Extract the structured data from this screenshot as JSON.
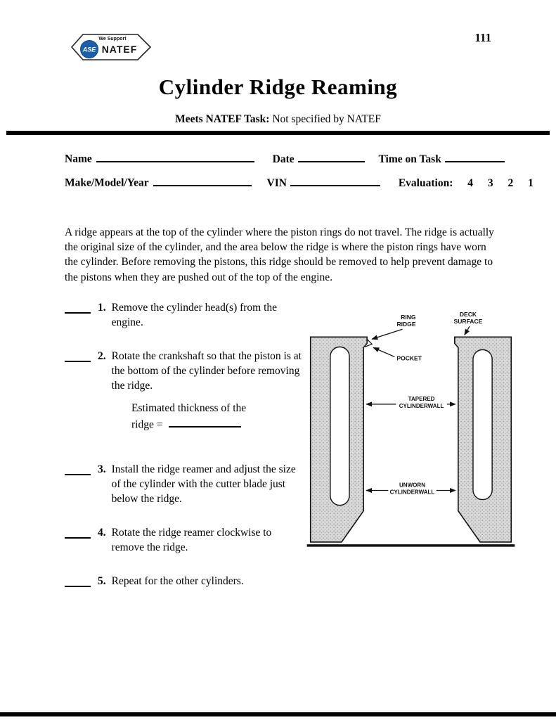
{
  "page": {
    "number": "111",
    "title": "Cylinder Ridge Reaming",
    "task_label": "Meets NATEF Task:",
    "task_value": "Not specified by NATEF"
  },
  "logo": {
    "support_text": "We Support",
    "ase": "ASE",
    "name": "NATEF"
  },
  "form": {
    "name_label": "Name",
    "date_label": "Date",
    "time_label": "Time on Task",
    "make_label": "Make/Model/Year",
    "vin_label": "VIN",
    "eval_label": "Evaluation:",
    "eval_numbers": [
      "4",
      "3",
      "2",
      "1"
    ]
  },
  "intro": "A ridge appears at the top of the cylinder where the piston rings do not travel.  The ridge is actually the original size of the cylinder, and the area below the ridge is where the piston rings have worn the cylinder.  Before removing the pistons, this ridge should be removed to help prevent damage to the pistons when they are pushed out of the top of the engine.",
  "steps": [
    {
      "num": "1.",
      "text": "Remove the cylinder head(s) from the engine."
    },
    {
      "num": "2.",
      "text": "Rotate the crankshaft so that the piston is at the bottom of the cylinder before removing the ridge."
    },
    {
      "num": "3.",
      "text": "Install the ridge reamer and adjust the size of the cylinder with the cutter blade just below the ridge."
    },
    {
      "num": "4.",
      "text": "Rotate the ridge reamer clockwise to remove the ridge."
    },
    {
      "num": "5.",
      "text": "Repeat for the other cylinders."
    }
  ],
  "estimate": {
    "line1": "Estimated thickness of the",
    "line2": "ridge ="
  },
  "diagram": {
    "ring_ridge_1": "RING",
    "ring_ridge_2": "RIDGE",
    "deck_1": "DECK",
    "deck_2": "SURFACE",
    "pocket": "POCKET",
    "tapered_1": "TAPERED",
    "tapered_2": "CYLINDERWALL",
    "unworn_1": "UNWORN",
    "unworn_2": "CYLINDERWALL"
  },
  "colors": {
    "ase_blue": "#1b5faa",
    "ink": "#111111",
    "stipple": "#d9d9d9"
  }
}
